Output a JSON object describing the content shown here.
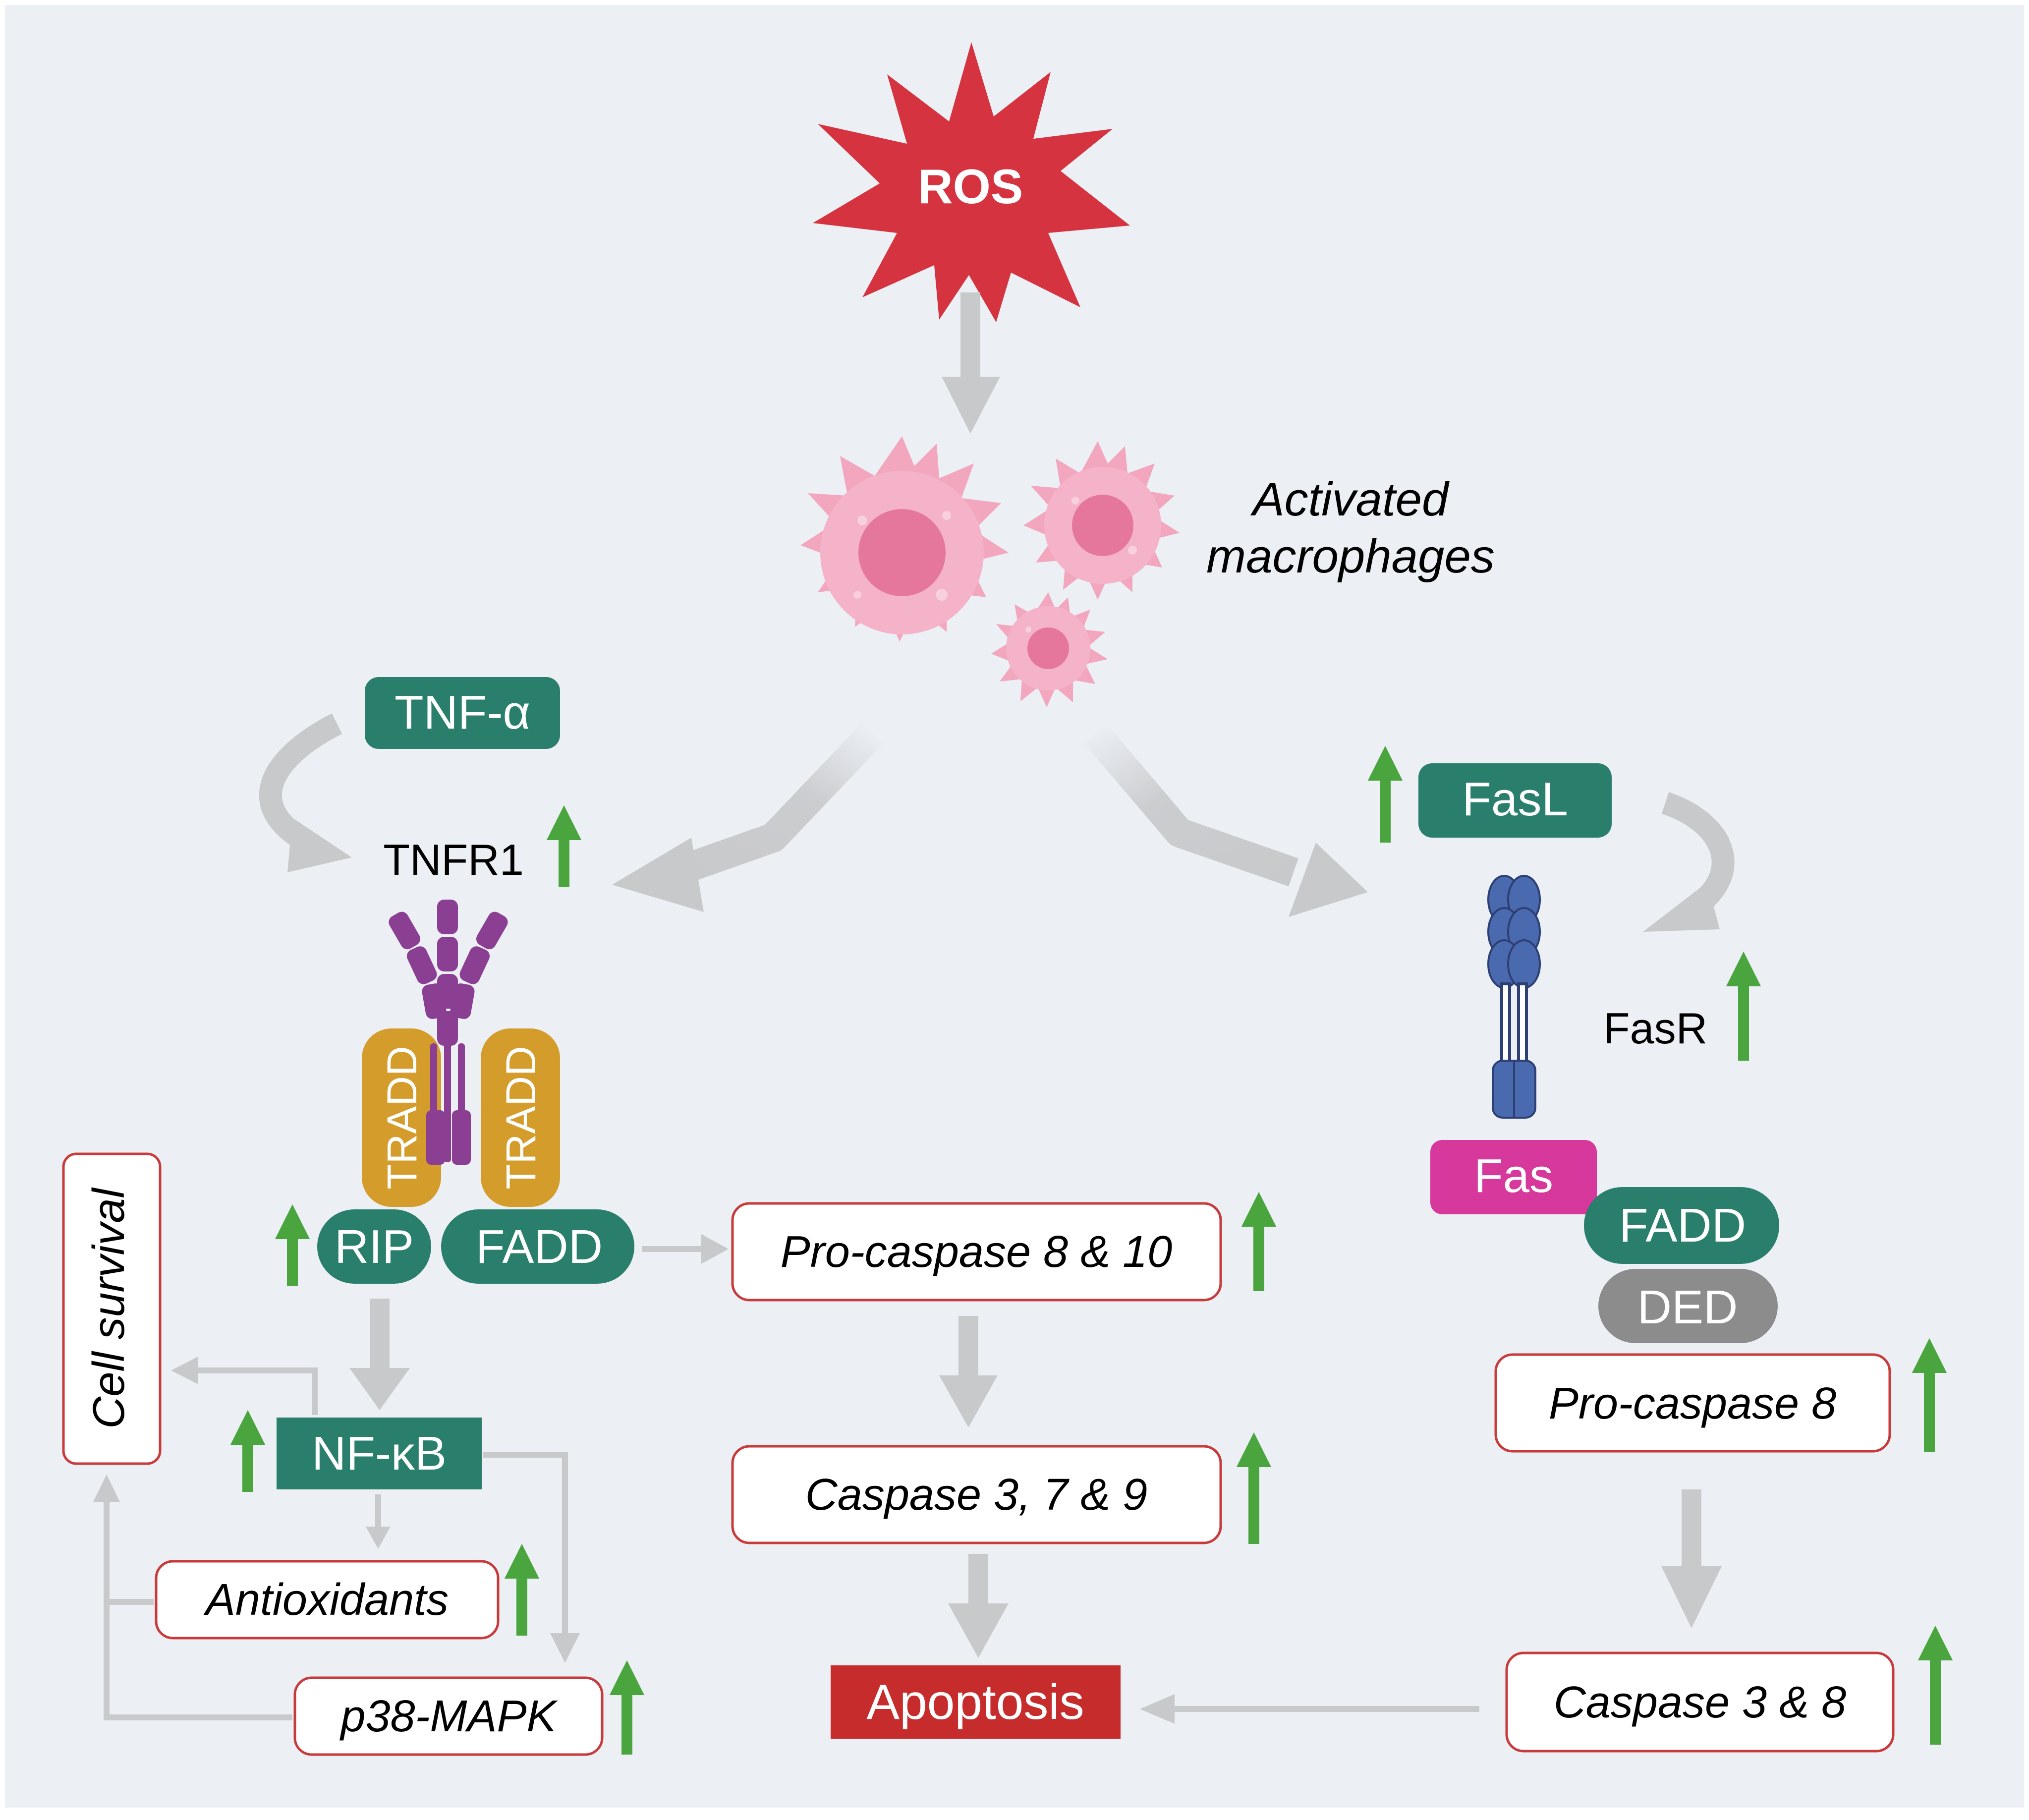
{
  "colors": {
    "background": "#ecf0f5",
    "teal": "#2a7e6c",
    "green_arrow": "#4aa53f",
    "grey_arrow": "#c8c9cb",
    "ros_red": "#d4333f",
    "apoptosis_red": "#c72c2c",
    "fas_magenta": "#d6399b",
    "ded_grey": "#8c8c8c",
    "tradd_gold": "#d49c2a",
    "receptor_purple": "#8a3f93",
    "fasr_blue": "#4a6ab0",
    "macrophage_pink": "#f2a7bf",
    "box_border": "#c93a3a"
  },
  "labels": {
    "ros": "ROS",
    "activated": "Activated",
    "macrophages": "macrophages",
    "tnf_alpha": "TNF-α",
    "tnfr1": "TNFR1",
    "tradd_left": "TRADD",
    "tradd_right": "TRADD",
    "rip": "RIP",
    "fadd_left": "FADD",
    "nfkb": "NF-κB",
    "cell_survival": "Cell survival",
    "antioxidants": "Antioxidants",
    "p38_mapk": "p38-MAPK",
    "procaspase_8_10": "Pro-caspase 8 & 10",
    "caspase_3_7_9": "Caspase 3, 7 & 9",
    "apoptosis": "Apoptosis",
    "fasl": "FasL",
    "fasr": "FasR",
    "fas": "Fas",
    "fadd_right": "FADD",
    "ded": "DED",
    "procaspase_8": "Pro-caspase 8",
    "caspase_3_8": "Caspase 3 & 8"
  },
  "icons": [
    "ros-burst-icon",
    "macrophage-icon",
    "tnfr1-receptor-icon",
    "fas-receptor-icon",
    "up-arrow-icon"
  ]
}
